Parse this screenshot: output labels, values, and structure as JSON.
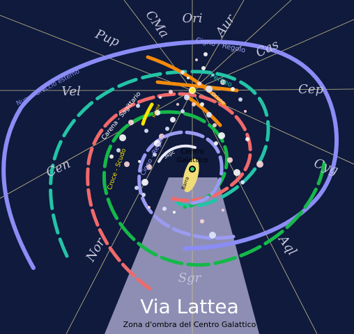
{
  "diagram": {
    "title": "Via Lattea",
    "subtitle": "Zona d'ombra del Centro Galattico",
    "center_label_line1": "Centro",
    "center_label_line2": "Galattico",
    "bar_label": "Barra",
    "constellations": [
      "Ori",
      "Aur",
      "Cas",
      "Cep",
      "Cyg",
      "Aql",
      "Sgr",
      "Nor",
      "Cen",
      "Vel",
      "Pup",
      "CMa"
    ],
    "arms": {
      "outer": "Nuovo braccio esterno",
      "cygnus_regolo_outer": "Cigno - Regolo",
      "perseus": "Perseo",
      "orion": "Orione",
      "carina_sagittarius": "Carena - Sagittario",
      "crux_scutum": "Croce - Scudo",
      "norma": "Norma",
      "cygnus_regolo_inner": "Cigno - Regolo",
      "three_kpc": "3kpc"
    },
    "colors": {
      "background": "#0f1a3d",
      "outer_arm": "#8c8cf6",
      "perseus_arm": "#23c4a6",
      "carina_arm": "#f06a6a",
      "crux_arm": "#15b84a",
      "orion_spur": "#f28a0c",
      "inner_arm": "#9b9bf2",
      "bar": "#f0dc78",
      "shadow": "#8e8eb4",
      "lines": "#c8bf8a"
    }
  }
}
